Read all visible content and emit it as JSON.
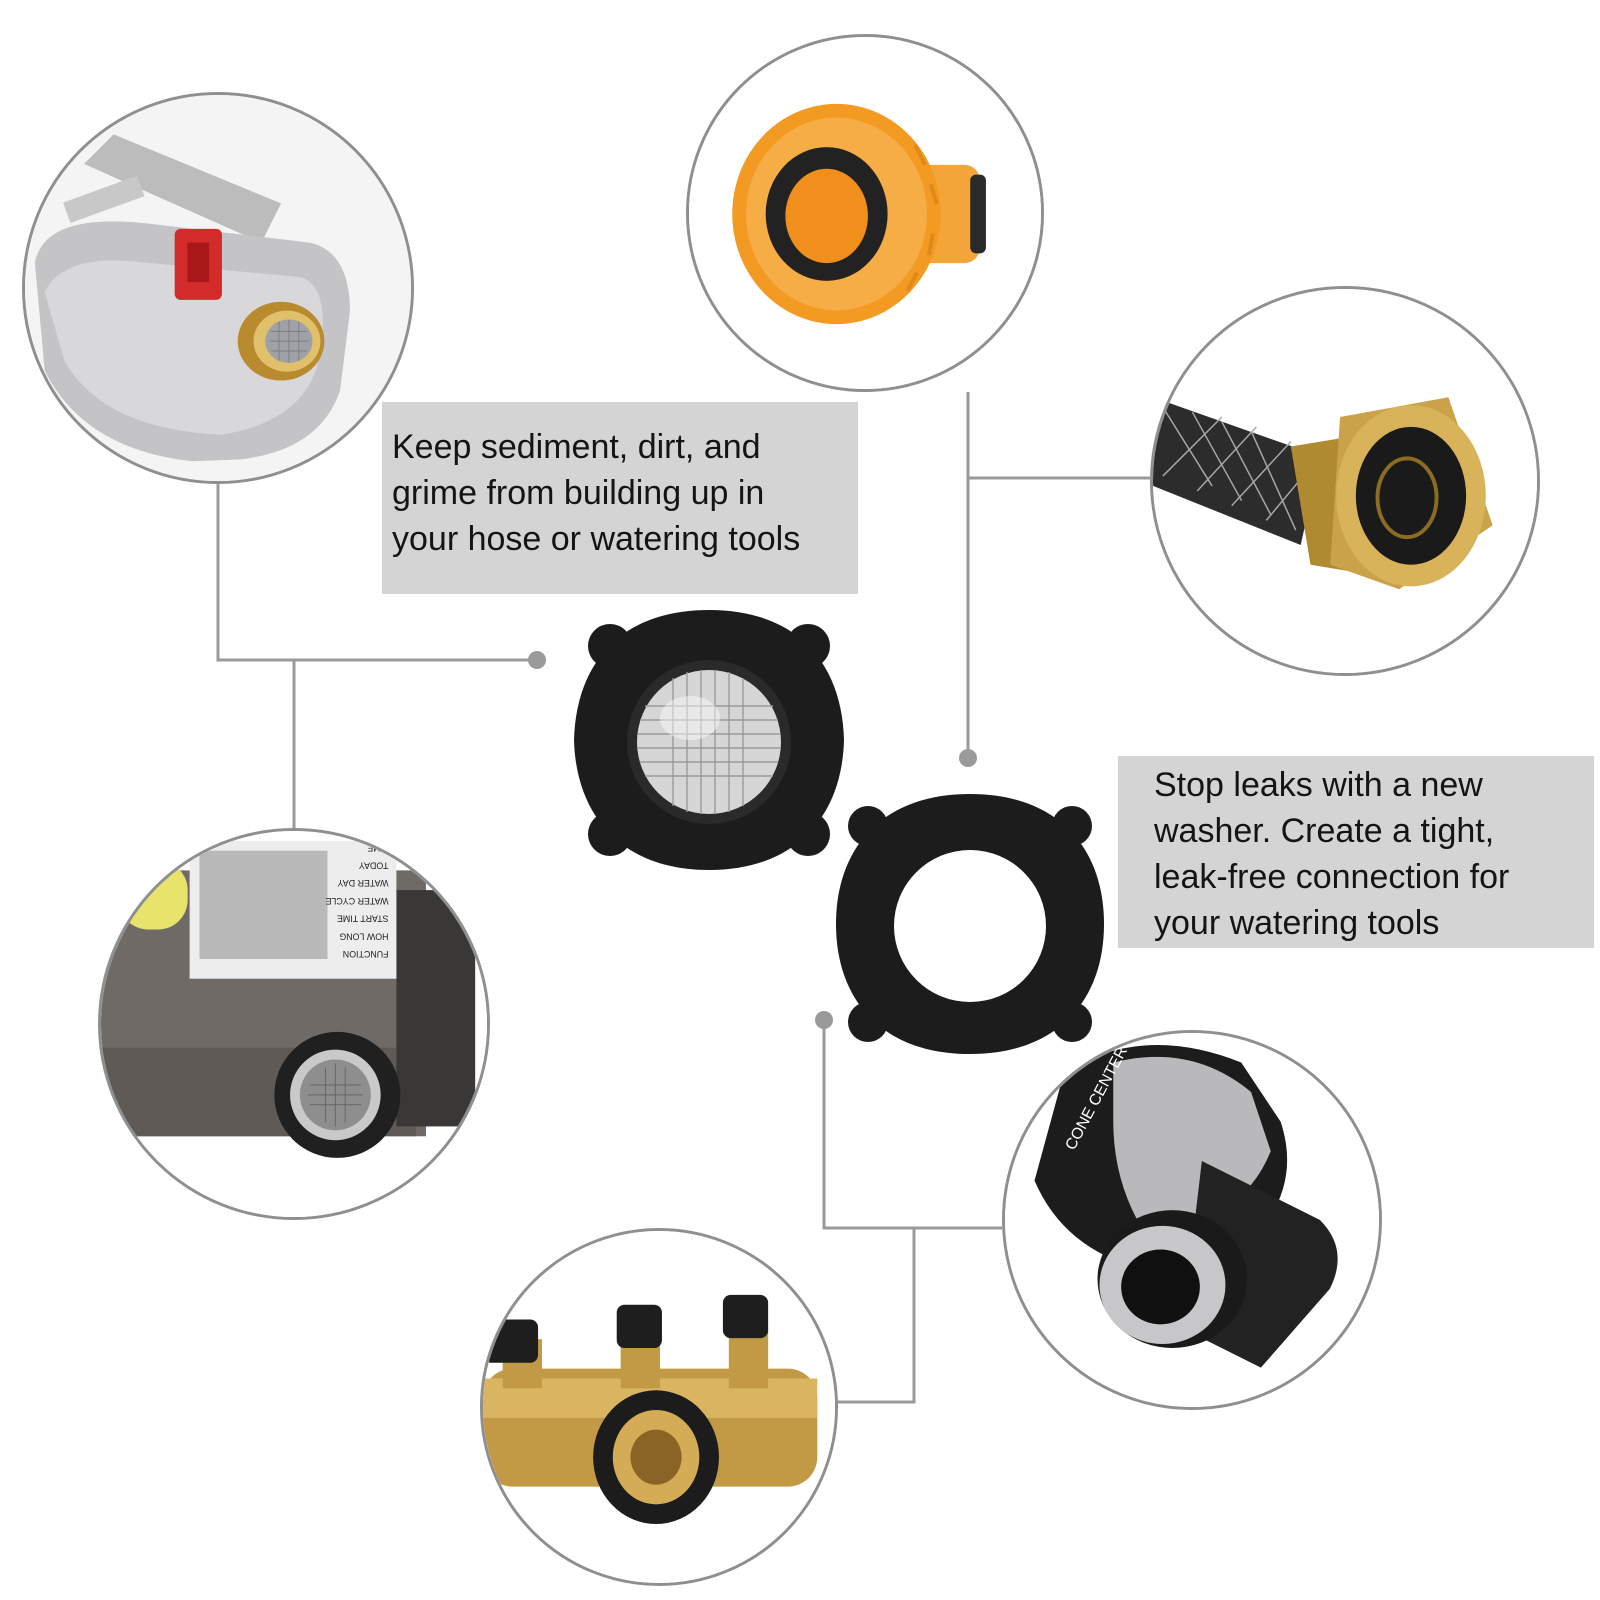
{
  "callouts": {
    "filter": {
      "lines": [
        "Keep sediment, dirt, and",
        "grime from building up in",
        "your hose or watering tools"
      ]
    },
    "washer": {
      "lines": [
        "Stop leaks with a new",
        "washer. Create a tight,",
        "leak-free connection for",
        "your watering tools"
      ]
    }
  },
  "timer_panel": {
    "labels": [
      "FUNCTION",
      "HOW LONG",
      "START TIME",
      "WATER CYCLE",
      "WATER DAY",
      "TODAY",
      "TIME"
    ]
  },
  "nozzle_text": {
    "label": "CONE CENTER"
  },
  "colors": {
    "caption_bg": "#d4d4d4",
    "line": "#9a9a9a",
    "washer_black": "#1c1c1c",
    "orange_adapter": "#f5a12e",
    "brass": "#c9a24a"
  },
  "icons": [
    "filter-washer-icon",
    "flat-washer-icon"
  ]
}
